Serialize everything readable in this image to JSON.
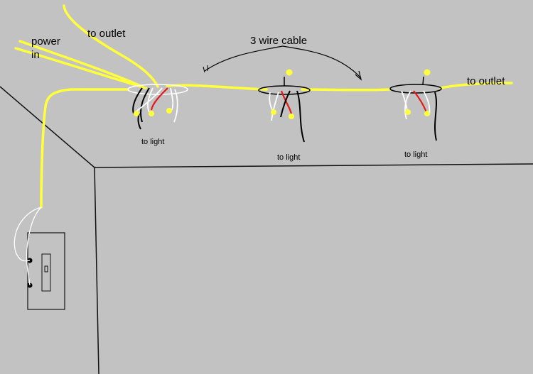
{
  "labels": {
    "power_in_line1": "power",
    "power_in_line2": "in",
    "to_outlet_left": "to outlet",
    "three_wire_cable": "3 wire cable",
    "to_outlet_right": "to outlet",
    "to_light_1": "to light",
    "to_light_2": "to light",
    "to_light_3": "to light"
  },
  "colors": {
    "background": "#c2c2c2",
    "hot_wire": "#ffff3c",
    "neutral_wire": "#ffffff",
    "black_wire": "#000000",
    "red_wire": "#e41a1a",
    "wall_line": "#111111"
  },
  "components": {
    "junction_boxes": 3,
    "switch": "single switch box with two screw terminals"
  }
}
